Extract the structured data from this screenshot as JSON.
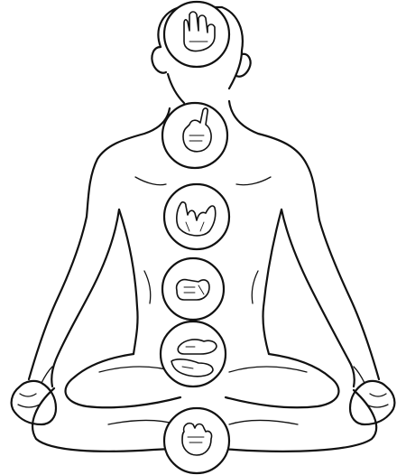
{
  "figure": {
    "subject": "seated-meditation-figure-with-mudra-chakras",
    "ink_color": "#111111",
    "background": "#ffffff"
  },
  "chakras": [
    {
      "id": "crown",
      "mudra_icon": "open-hand-icon"
    },
    {
      "id": "throat",
      "mudra_icon": "pointing-hand-icon"
    },
    {
      "id": "heart",
      "mudra_icon": "joined-fingers-icon"
    },
    {
      "id": "solar-plexus",
      "mudra_icon": "folded-fist-icon"
    },
    {
      "id": "sacral",
      "mudra_icon": "cupped-hands-icon"
    },
    {
      "id": "root",
      "mudra_icon": "fist-icon"
    }
  ]
}
